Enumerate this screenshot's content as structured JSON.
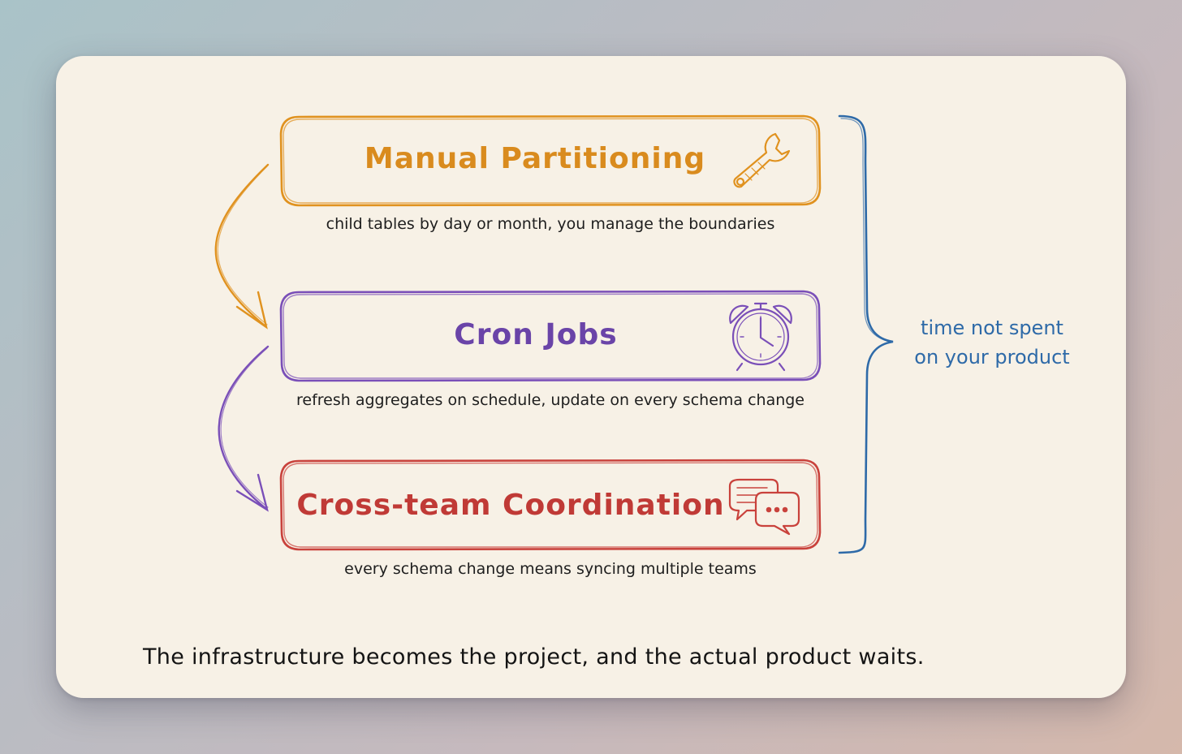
{
  "steps": [
    {
      "title": "Manual Partitioning",
      "caption": "child tables by day or month, you manage the boundaries",
      "icon": "wrench-icon",
      "color": "#d98b1e"
    },
    {
      "title": "Cron Jobs",
      "caption": "refresh aggregates on schedule, update on every schema change",
      "icon": "alarm-clock-icon",
      "color": "#6a44a8"
    },
    {
      "title": "Cross-team Coordination",
      "caption": "every schema change means syncing multiple teams",
      "icon": "chat-bubbles-icon",
      "color": "#c03a36"
    }
  ],
  "brace_note": {
    "line1": "time not spent",
    "line2": "on your product",
    "color": "#2e6aa8"
  },
  "footer": "The infrastructure becomes the project, and the actual product waits."
}
